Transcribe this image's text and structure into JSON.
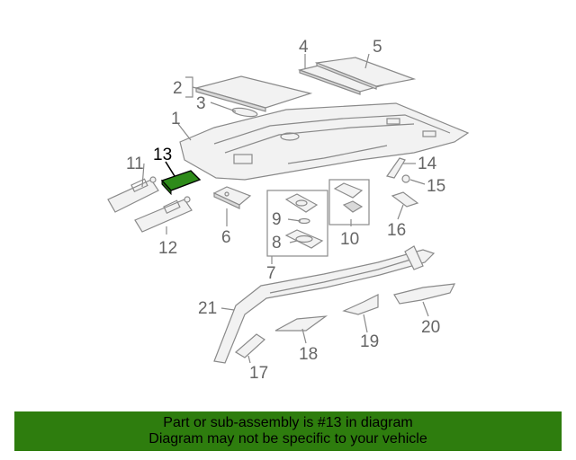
{
  "diagram": {
    "labels": {
      "l1": "1",
      "l2": "2",
      "l3": "3",
      "l4": "4",
      "l5": "5",
      "l6": "6",
      "l7": "7",
      "l8": "8",
      "l9": "9",
      "l10": "10",
      "l11": "11",
      "l12": "12",
      "l13": "13",
      "l14": "14",
      "l15": "15",
      "l16": "16",
      "l17": "17",
      "l18": "18",
      "l19": "19",
      "l20": "20",
      "l21": "21"
    },
    "highlighted_part": "13",
    "highlight_color": "#2e8b1a"
  },
  "banner": {
    "line1": "Part or sub-assembly is #13 in diagram",
    "line2": "Diagram may not be specific to your vehicle",
    "background": "#2e7d0e"
  }
}
